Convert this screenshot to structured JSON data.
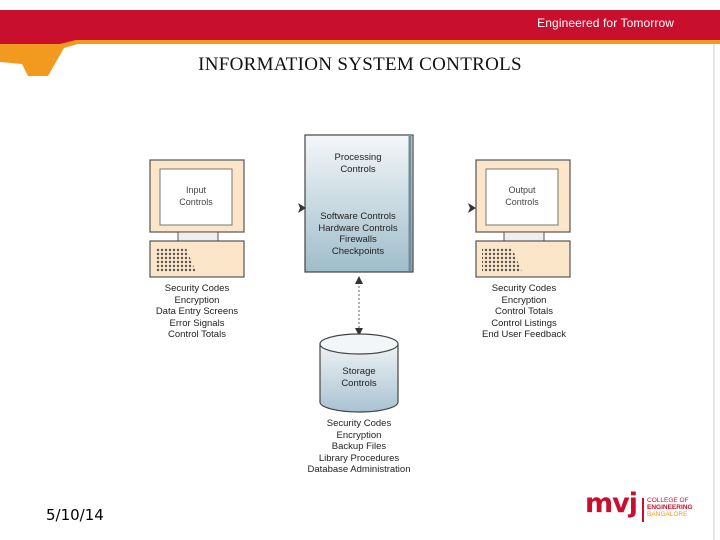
{
  "header": {
    "tagline": "Engineered for Tomorrow",
    "colors": {
      "banner": "#c8102e",
      "accent": "#f29a1f"
    }
  },
  "title": "INFORMATION SYSTEM CONTROLS",
  "diagram": {
    "input": {
      "screen_label": [
        "Input",
        "Controls"
      ],
      "items": [
        "Security Codes",
        "Encryption",
        "Data Entry Screens",
        "Error Signals",
        "Control Totals"
      ]
    },
    "processing": {
      "title": [
        "Processing",
        "Controls"
      ],
      "items": [
        "Software Controls",
        "Hardware Controls",
        "Firewalls",
        "Checkpoints"
      ]
    },
    "output": {
      "screen_label": [
        "Output",
        "Controls"
      ],
      "items": [
        "Security Codes",
        "Encryption",
        "Control Totals",
        "Control Listings",
        "End User Feedback"
      ]
    },
    "storage": {
      "title": [
        "Storage",
        "Controls"
      ],
      "items": [
        "Security Codes",
        "Encryption",
        "Backup Files",
        "Library Procedures",
        "Database Administration"
      ]
    }
  },
  "footer": {
    "date": "5/10/14",
    "logo": {
      "mark": "mvj",
      "line1": "COLLEGE OF",
      "line2": "ENGINEERING",
      "line3": "BANGALORE"
    }
  }
}
